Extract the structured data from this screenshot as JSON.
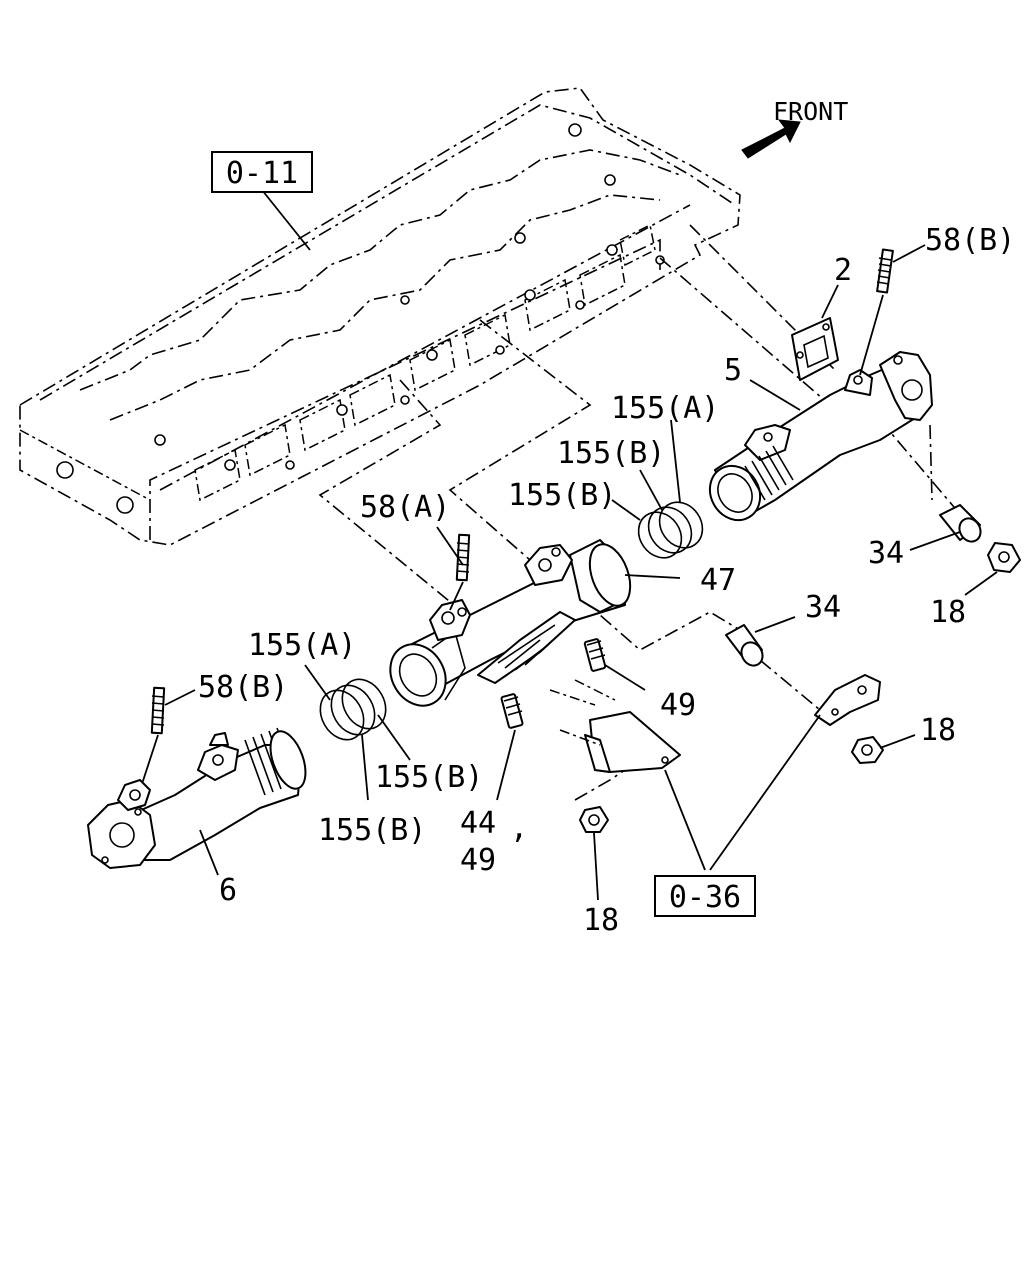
{
  "orientation": {
    "front_label": "FRONT",
    "arrow_icon": "front-arrow-icon"
  },
  "references": {
    "cylinder_head": "0-11",
    "bracket": "0-36"
  },
  "callouts": {
    "gasket": "2",
    "front_pipe": "5",
    "rear_pipe": "6",
    "stud_b_top": "58(B)",
    "stud_a": "58(A)",
    "stud_b_left": "58(B)",
    "ring_a_top": "155(A)",
    "ring_b_top1": "155(B)",
    "ring_b_top2": "155(B)",
    "ring_a_left": "155(A)",
    "ring_b_left1": "155(B)",
    "ring_b_left2": "155(B)",
    "center_pipe": "47",
    "collar_right": "34",
    "collar_center": "34",
    "nut_right": "18",
    "nut_center": "18",
    "nut_bottom": "18",
    "bolt_49_right": "49",
    "bolt_44": "44",
    "comma": ",",
    "bolt_49_bottom": "49"
  }
}
